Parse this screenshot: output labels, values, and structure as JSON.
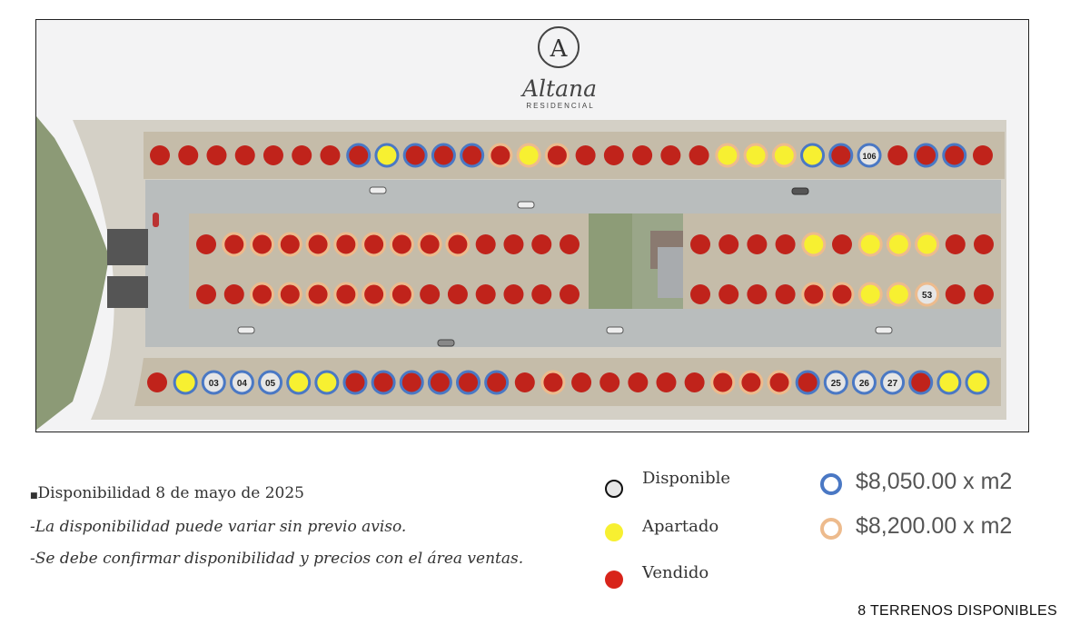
{
  "brand": {
    "name": "Altana",
    "subtitle": "RESIDENCIAL",
    "monogram": "A"
  },
  "colors": {
    "vendido": "#c0231b",
    "apartado": "#f7f031",
    "disponible": "#e6e6e6",
    "price_blue": "#4a78c4",
    "price_orange": "#edbb8d",
    "road": "#b9bdbd",
    "lot": "#c5bca9"
  },
  "notes": {
    "date": "Disponibilidad 8 de mayo de 2025",
    "line1": "-La disponibilidad puede variar sin previo aviso.",
    "line2": "-Se debe confirmar disponibilidad y precios con el área ventas."
  },
  "legend": {
    "disponible": "Disponible",
    "apartado": "Apartado",
    "vendido": "Vendido"
  },
  "prices": {
    "blue": "$8,050.00 x m2",
    "orange": "$8,200.00 x m2"
  },
  "summary": "8 TERRENOS DISPONIBLES",
  "lot_rows": [
    {
      "row": "top",
      "lots": [
        {
          "s": "v"
        },
        {
          "s": "v"
        },
        {
          "s": "v"
        },
        {
          "s": "v"
        },
        {
          "s": "v"
        },
        {
          "s": "v"
        },
        {
          "s": "v"
        },
        {
          "s": "v",
          "r": "b"
        },
        {
          "s": "a",
          "r": "b"
        },
        {
          "s": "v",
          "r": "b"
        },
        {
          "s": "v",
          "r": "b"
        },
        {
          "s": "v",
          "r": "b"
        },
        {
          "s": "v",
          "r": "o"
        },
        {
          "s": "a",
          "r": "o"
        },
        {
          "s": "v",
          "r": "o"
        },
        {
          "s": "v"
        },
        {
          "s": "v"
        },
        {
          "s": "v"
        },
        {
          "s": "v"
        },
        {
          "s": "v"
        },
        {
          "s": "a",
          "r": "o"
        },
        {
          "s": "a",
          "r": "o"
        },
        {
          "s": "a",
          "r": "o"
        },
        {
          "s": "a",
          "r": "b"
        },
        {
          "s": "v",
          "r": "b"
        },
        {
          "s": "d",
          "r": "b",
          "label": "106"
        },
        {
          "s": "v"
        },
        {
          "s": "v",
          "r": "b"
        },
        {
          "s": "v",
          "r": "b"
        },
        {
          "s": "v"
        }
      ]
    },
    {
      "row": "mid-upper-left",
      "lots": [
        {
          "s": "v"
        },
        {
          "s": "v",
          "r": "o"
        },
        {
          "s": "v",
          "r": "o"
        },
        {
          "s": "v",
          "r": "o"
        },
        {
          "s": "v",
          "r": "o"
        },
        {
          "s": "v",
          "r": "o"
        },
        {
          "s": "v",
          "r": "o"
        },
        {
          "s": "v",
          "r": "o"
        },
        {
          "s": "v",
          "r": "o"
        },
        {
          "s": "v",
          "r": "o"
        },
        {
          "s": "v"
        },
        {
          "s": "v"
        },
        {
          "s": "v"
        },
        {
          "s": "v"
        }
      ]
    },
    {
      "row": "mid-upper-right",
      "lots": [
        {
          "s": "v"
        },
        {
          "s": "v"
        },
        {
          "s": "v"
        },
        {
          "s": "v"
        },
        {
          "s": "a",
          "r": "o"
        },
        {
          "s": "v"
        },
        {
          "s": "a",
          "r": "o"
        },
        {
          "s": "a",
          "r": "o"
        },
        {
          "s": "a",
          "r": "o"
        },
        {
          "s": "v"
        },
        {
          "s": "v"
        }
      ]
    },
    {
      "row": "mid-lower-left",
      "lots": [
        {
          "s": "v"
        },
        {
          "s": "v"
        },
        {
          "s": "v",
          "r": "o"
        },
        {
          "s": "v",
          "r": "o"
        },
        {
          "s": "v",
          "r": "o"
        },
        {
          "s": "v",
          "r": "o"
        },
        {
          "s": "v",
          "r": "o"
        },
        {
          "s": "v",
          "r": "o"
        },
        {
          "s": "v"
        },
        {
          "s": "v"
        },
        {
          "s": "v"
        },
        {
          "s": "v"
        },
        {
          "s": "v"
        },
        {
          "s": "v"
        }
      ]
    },
    {
      "row": "mid-lower-right",
      "lots": [
        {
          "s": "v"
        },
        {
          "s": "v"
        },
        {
          "s": "v"
        },
        {
          "s": "v"
        },
        {
          "s": "v",
          "r": "o"
        },
        {
          "s": "v",
          "r": "o"
        },
        {
          "s": "a",
          "r": "o"
        },
        {
          "s": "a",
          "r": "o"
        },
        {
          "s": "d",
          "r": "o",
          "label": "53"
        },
        {
          "s": "v"
        },
        {
          "s": "v"
        }
      ]
    },
    {
      "row": "bottom",
      "lots": [
        {
          "s": "v"
        },
        {
          "s": "a",
          "r": "b"
        },
        {
          "s": "d",
          "r": "b",
          "label": "03"
        },
        {
          "s": "d",
          "r": "b",
          "label": "04"
        },
        {
          "s": "d",
          "r": "b",
          "label": "05"
        },
        {
          "s": "a",
          "r": "b"
        },
        {
          "s": "a",
          "r": "b"
        },
        {
          "s": "v",
          "r": "b"
        },
        {
          "s": "v",
          "r": "b"
        },
        {
          "s": "v",
          "r": "b"
        },
        {
          "s": "v",
          "r": "b"
        },
        {
          "s": "v",
          "r": "b"
        },
        {
          "s": "v",
          "r": "b"
        },
        {
          "s": "v"
        },
        {
          "s": "v",
          "r": "o"
        },
        {
          "s": "v"
        },
        {
          "s": "v"
        },
        {
          "s": "v"
        },
        {
          "s": "v"
        },
        {
          "s": "v"
        },
        {
          "s": "v",
          "r": "o"
        },
        {
          "s": "v",
          "r": "o"
        },
        {
          "s": "v",
          "r": "o"
        },
        {
          "s": "v",
          "r": "b"
        },
        {
          "s": "d",
          "r": "b",
          "label": "25"
        },
        {
          "s": "d",
          "r": "b",
          "label": "26"
        },
        {
          "s": "d",
          "r": "b",
          "label": "27"
        },
        {
          "s": "v",
          "r": "b"
        },
        {
          "s": "a",
          "r": "b"
        },
        {
          "s": "a",
          "r": "b"
        }
      ]
    }
  ]
}
